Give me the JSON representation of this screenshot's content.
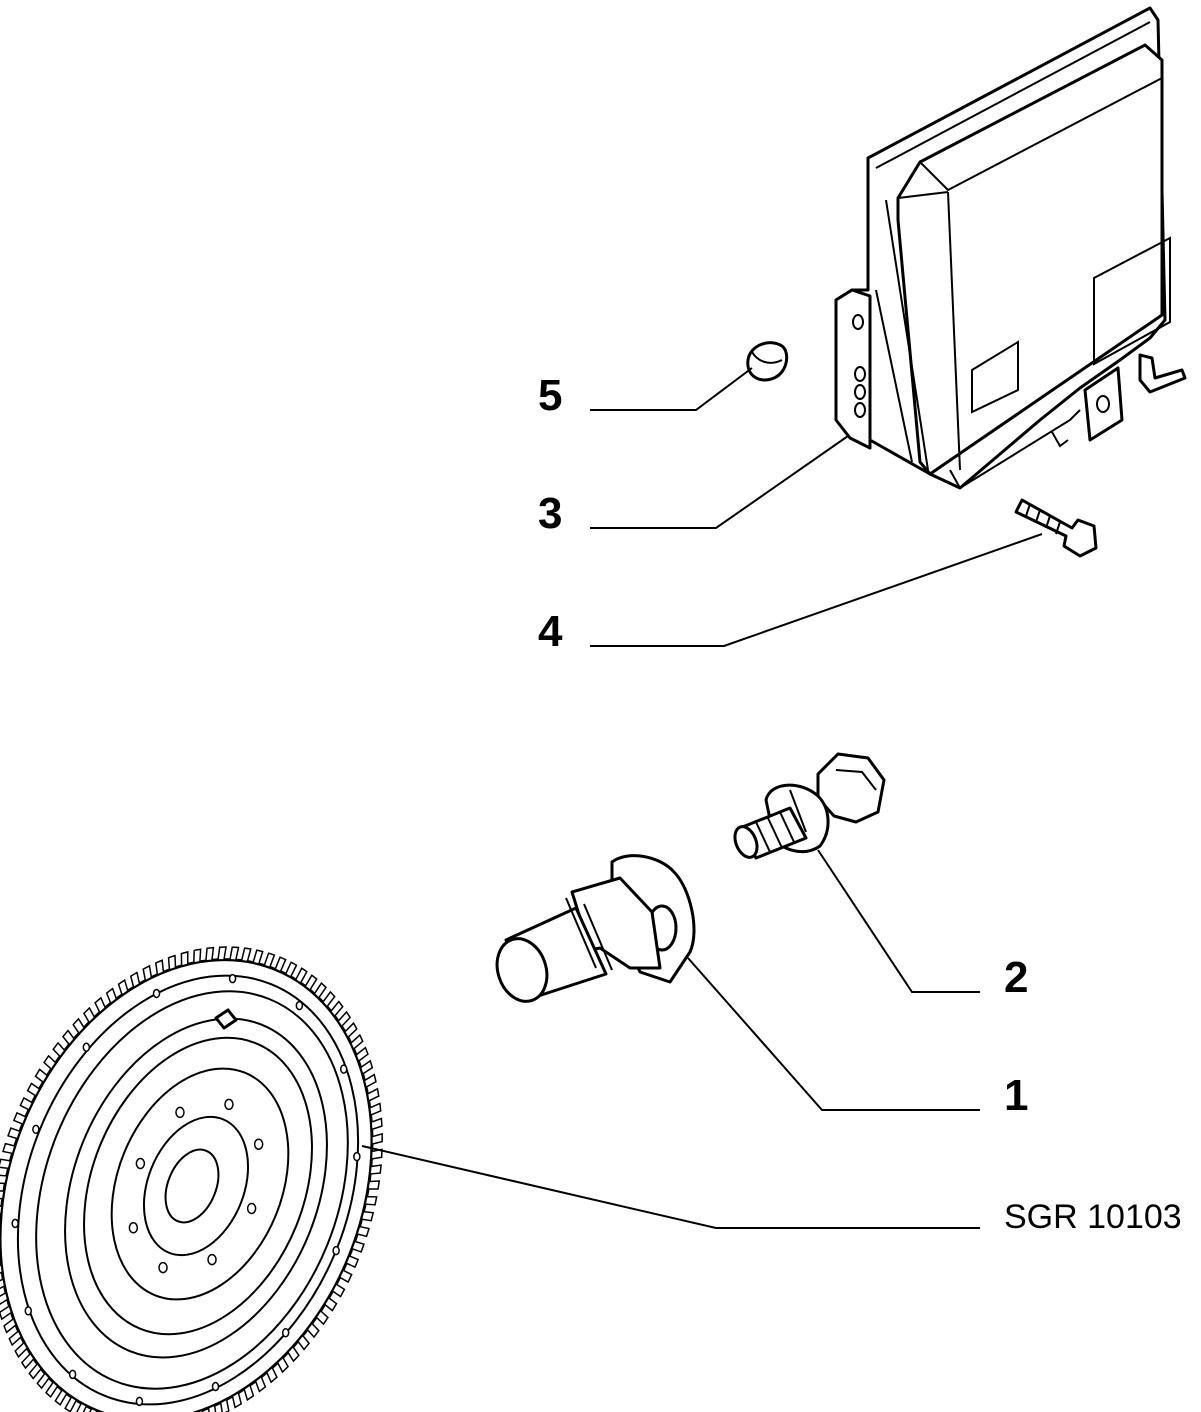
{
  "callouts": [
    {
      "id": "5",
      "label": "5"
    },
    {
      "id": "3",
      "label": "3"
    },
    {
      "id": "4",
      "label": "4"
    },
    {
      "id": "2",
      "label": "2"
    },
    {
      "id": "1",
      "label": "1"
    }
  ],
  "reference": {
    "label": "SGR 10103"
  },
  "parts": [
    "control-unit",
    "cap-nut",
    "mounting-bolt",
    "sensor-bolt",
    "crank-sensor",
    "flywheel"
  ]
}
